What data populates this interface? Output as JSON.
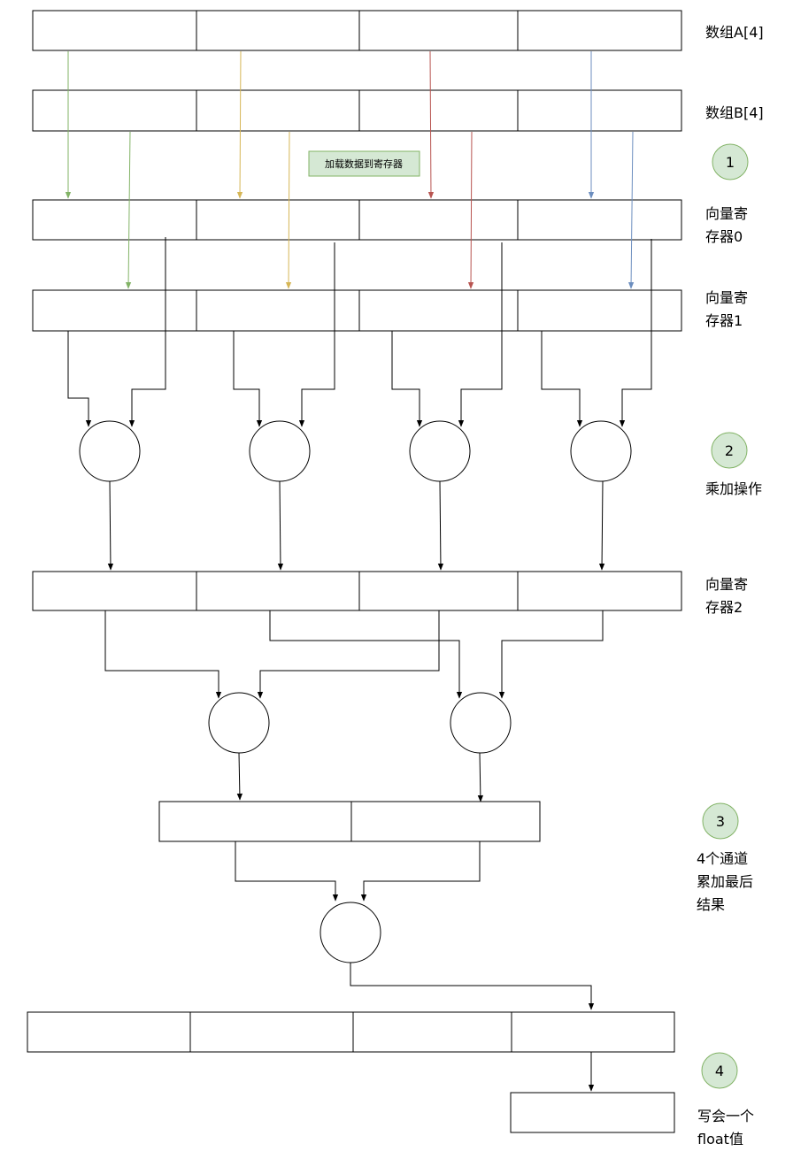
{
  "rows": {
    "array_a": {
      "label": "数组A[4]"
    },
    "array_b": {
      "label": "数组B[4]"
    },
    "vector_reg0": {
      "label_line1": "向量寄",
      "label_line2": "存器0"
    },
    "vector_reg1": {
      "label_line1": "向量寄",
      "label_line2": "存器1"
    },
    "vector_reg2": {
      "label_line1": "向量寄",
      "label_line2": "存器2"
    }
  },
  "note": {
    "text": "加载数据到寄存器"
  },
  "steps": [
    {
      "number": "1",
      "lines": []
    },
    {
      "number": "2",
      "lines": [
        "乘加操作"
      ]
    },
    {
      "number": "3",
      "lines": [
        "4个通道",
        "累加最后",
        "结果"
      ]
    },
    {
      "number": "4",
      "lines": [
        "写会一个",
        "float值"
      ]
    }
  ],
  "colors": {
    "lane_green": "#82b366",
    "lane_yellow": "#d6b656",
    "lane_red": "#b85450",
    "lane_blue": "#6c8ebf",
    "step_fill": "#d5e8d4",
    "step_stroke": "#82b366",
    "note_fill": "#d5e8d4",
    "note_stroke": "#82b366",
    "line": "#000000"
  }
}
